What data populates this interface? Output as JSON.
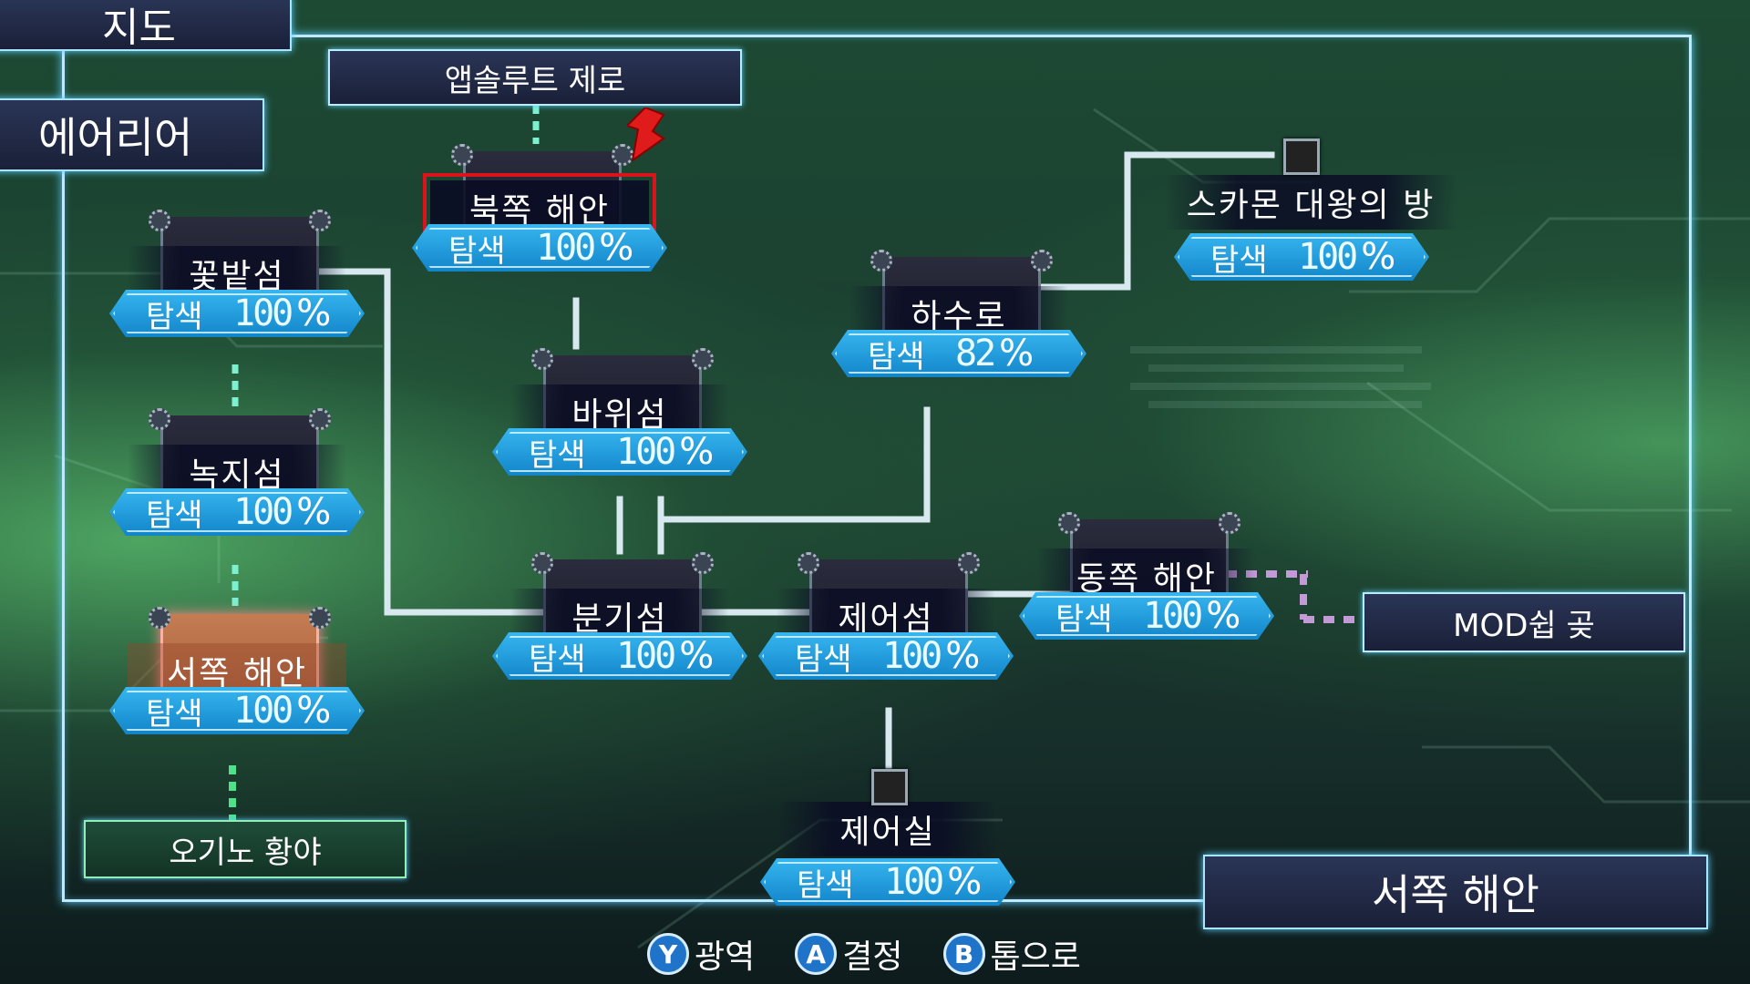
{
  "header": {
    "map_title": "지도",
    "area_label": "에어리어"
  },
  "top_area": {
    "name": "앱솔루트 제로"
  },
  "explore_label": "탐색",
  "percent_unit": "%",
  "nodes": {
    "north_coast": {
      "name": "북쪽 해안",
      "explore": "100"
    },
    "flower_field": {
      "name": "꽃밭섬",
      "explore": "100"
    },
    "rust_island": {
      "name": "녹지섬",
      "explore": "100"
    },
    "west_coast": {
      "name": "서쪽 해안",
      "explore": "100"
    },
    "rock_island": {
      "name": "바위섬",
      "explore": "100"
    },
    "branch_island": {
      "name": "분기섬",
      "explore": "100"
    },
    "sewer": {
      "name": "하수로",
      "explore": "82"
    },
    "control_island": {
      "name": "제어섬",
      "explore": "100"
    },
    "east_coast": {
      "name": "동쪽 해안",
      "explore": "100"
    },
    "skamon_room": {
      "name": "스카몬 대왕의 방",
      "explore": "100"
    },
    "control_room": {
      "name": "제어실",
      "explore": "100"
    }
  },
  "exits": {
    "mod_shop": "MOD쉽 곶",
    "ogino": "오기노 황야"
  },
  "current_location": "서쪽 해안",
  "controls": [
    {
      "button": "Y",
      "label": "광역"
    },
    {
      "button": "A",
      "label": "결정"
    },
    {
      "button": "B",
      "label": "톱으로"
    }
  ],
  "colors": {
    "frame": "#bfe9ff",
    "explore_badge": "#1e9ad9",
    "selection": "#d9141b",
    "current_glow": "#ff8b8b"
  }
}
